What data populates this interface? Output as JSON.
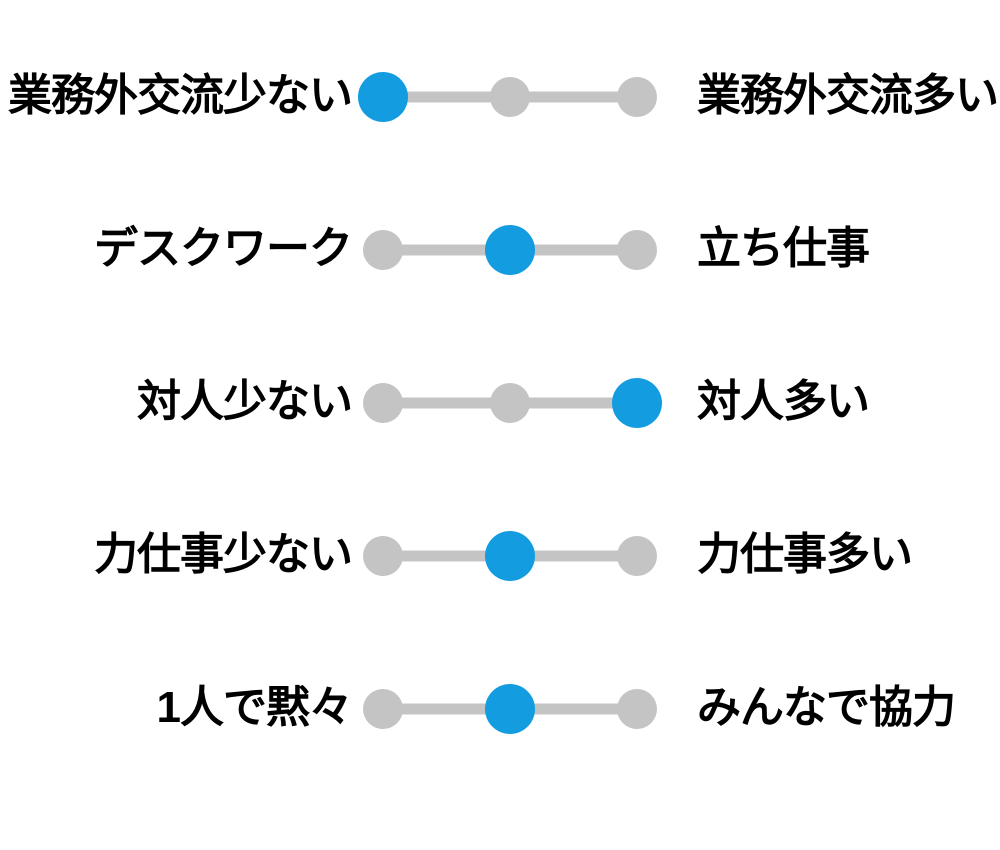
{
  "widget": {
    "type": "three-point-preference-sliders",
    "options_per_row": 3,
    "row_count": 5
  },
  "colors": {
    "selected_dot": "#149ce0",
    "unselected_dot": "#c4c4c4",
    "track": "#c4c4c4",
    "label_text": "#000000",
    "background": "#ffffff"
  },
  "sliders": [
    {
      "left_label": "業務外交流少ない",
      "right_label": "業務外交流多い",
      "selected_index": 0,
      "selected_position": "left"
    },
    {
      "left_label": "デスクワーク",
      "right_label": "立ち仕事",
      "selected_index": 1,
      "selected_position": "center"
    },
    {
      "left_label": "対人少ない",
      "right_label": "対人多い",
      "selected_index": 2,
      "selected_position": "right"
    },
    {
      "left_label": "力仕事少ない",
      "right_label": "力仕事多い",
      "selected_index": 1,
      "selected_position": "center"
    },
    {
      "left_label": "1人で黙々",
      "right_label": "みんなで協力",
      "selected_index": 1,
      "selected_position": "center"
    }
  ]
}
